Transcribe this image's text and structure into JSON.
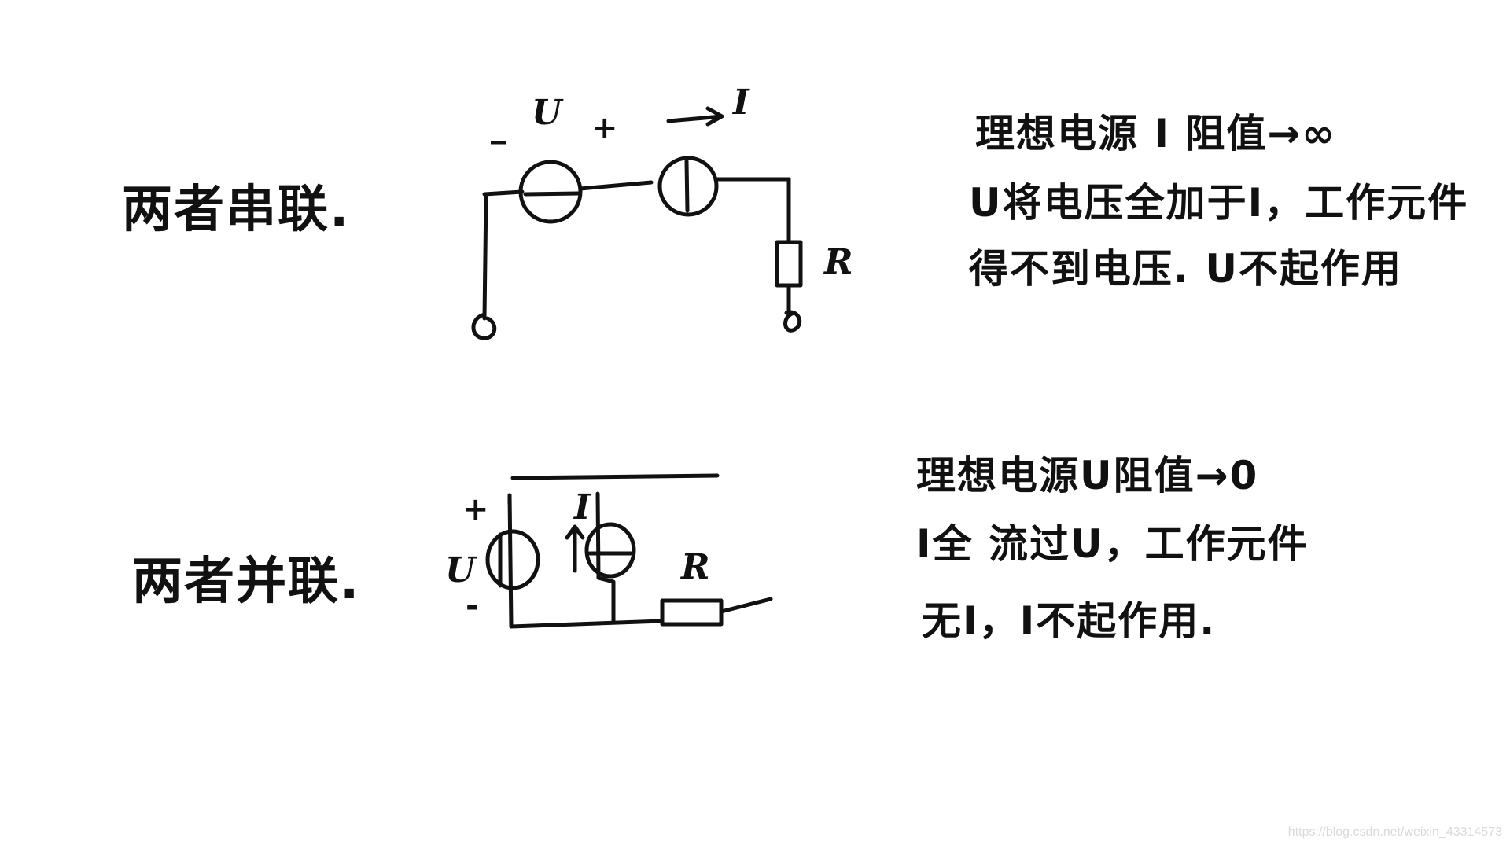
{
  "series_section": {
    "label": "两者串联.",
    "symbols": {
      "voltage_source": "U",
      "minus": "_",
      "plus": "+",
      "current_arrow": "→",
      "current_source": "I",
      "resistor": "R"
    },
    "note_lines": [
      "理想电源 I 阻值→∞",
      "U将电压全加于I，工作元件",
      "得不到电压. U不起作用"
    ]
  },
  "parallel_section": {
    "label": "两者并联.",
    "symbols": {
      "plus": "+",
      "voltage_source": "U",
      "minus": "-",
      "current_source": "I",
      "resistor": "R"
    },
    "note_lines": [
      "理想电源U阻值→0",
      "I全 流过U，工作元件",
      "无I，I不起作用."
    ]
  },
  "watermark": "https://blog.csdn.net/weixin_43314573"
}
